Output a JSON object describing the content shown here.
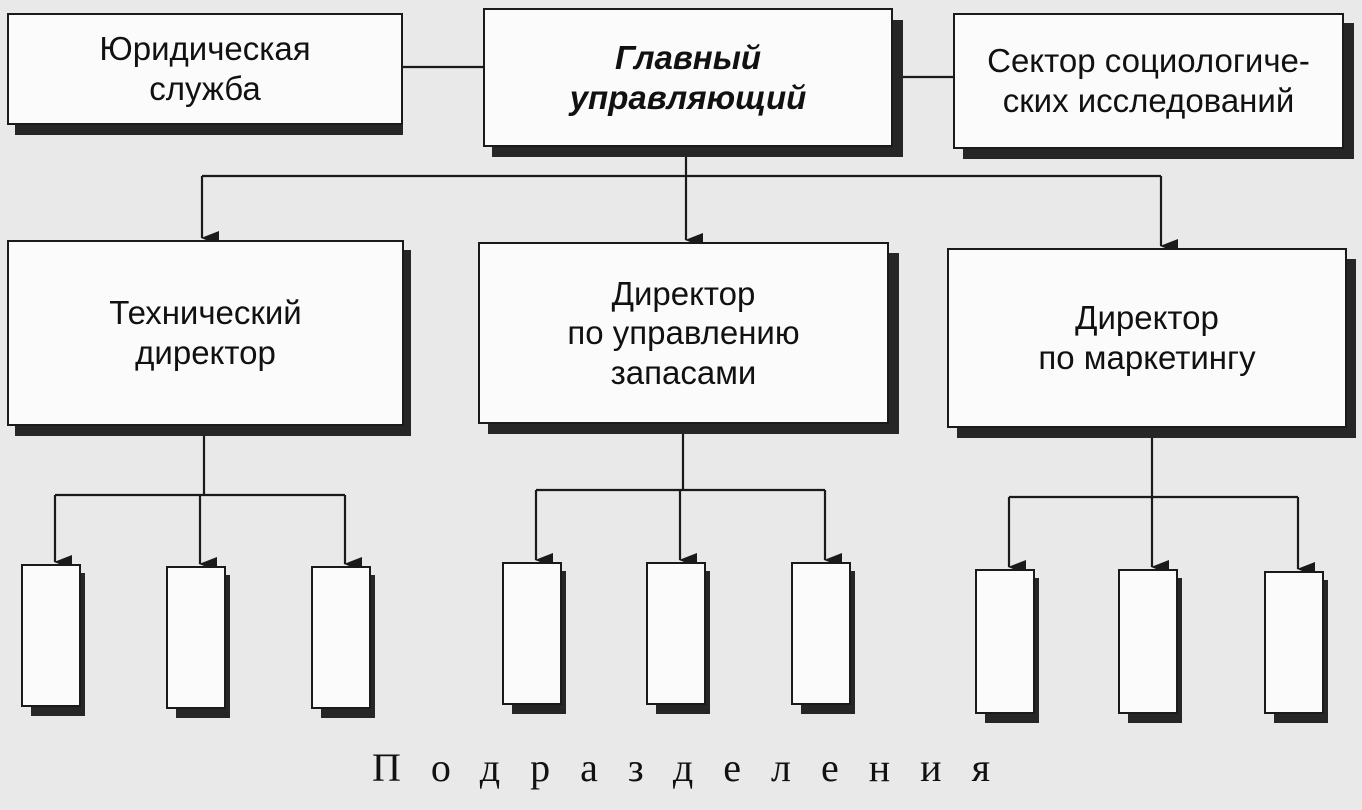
{
  "top": {
    "legal": "Юридическая\nслужба",
    "ceo": "Главный\nуправляющий",
    "sociology": "Сектор социологиче-\nских исследований"
  },
  "directors": {
    "technical": "Технический\nдиректор",
    "inventory": "Директор\nпо управлению\nзапасами",
    "marketing": "Директор\nпо маркетингу"
  },
  "caption": "Подразделения",
  "colors": {
    "line": "#1a1a1a",
    "shadow": "#262626",
    "box": "#fbfbfb"
  }
}
